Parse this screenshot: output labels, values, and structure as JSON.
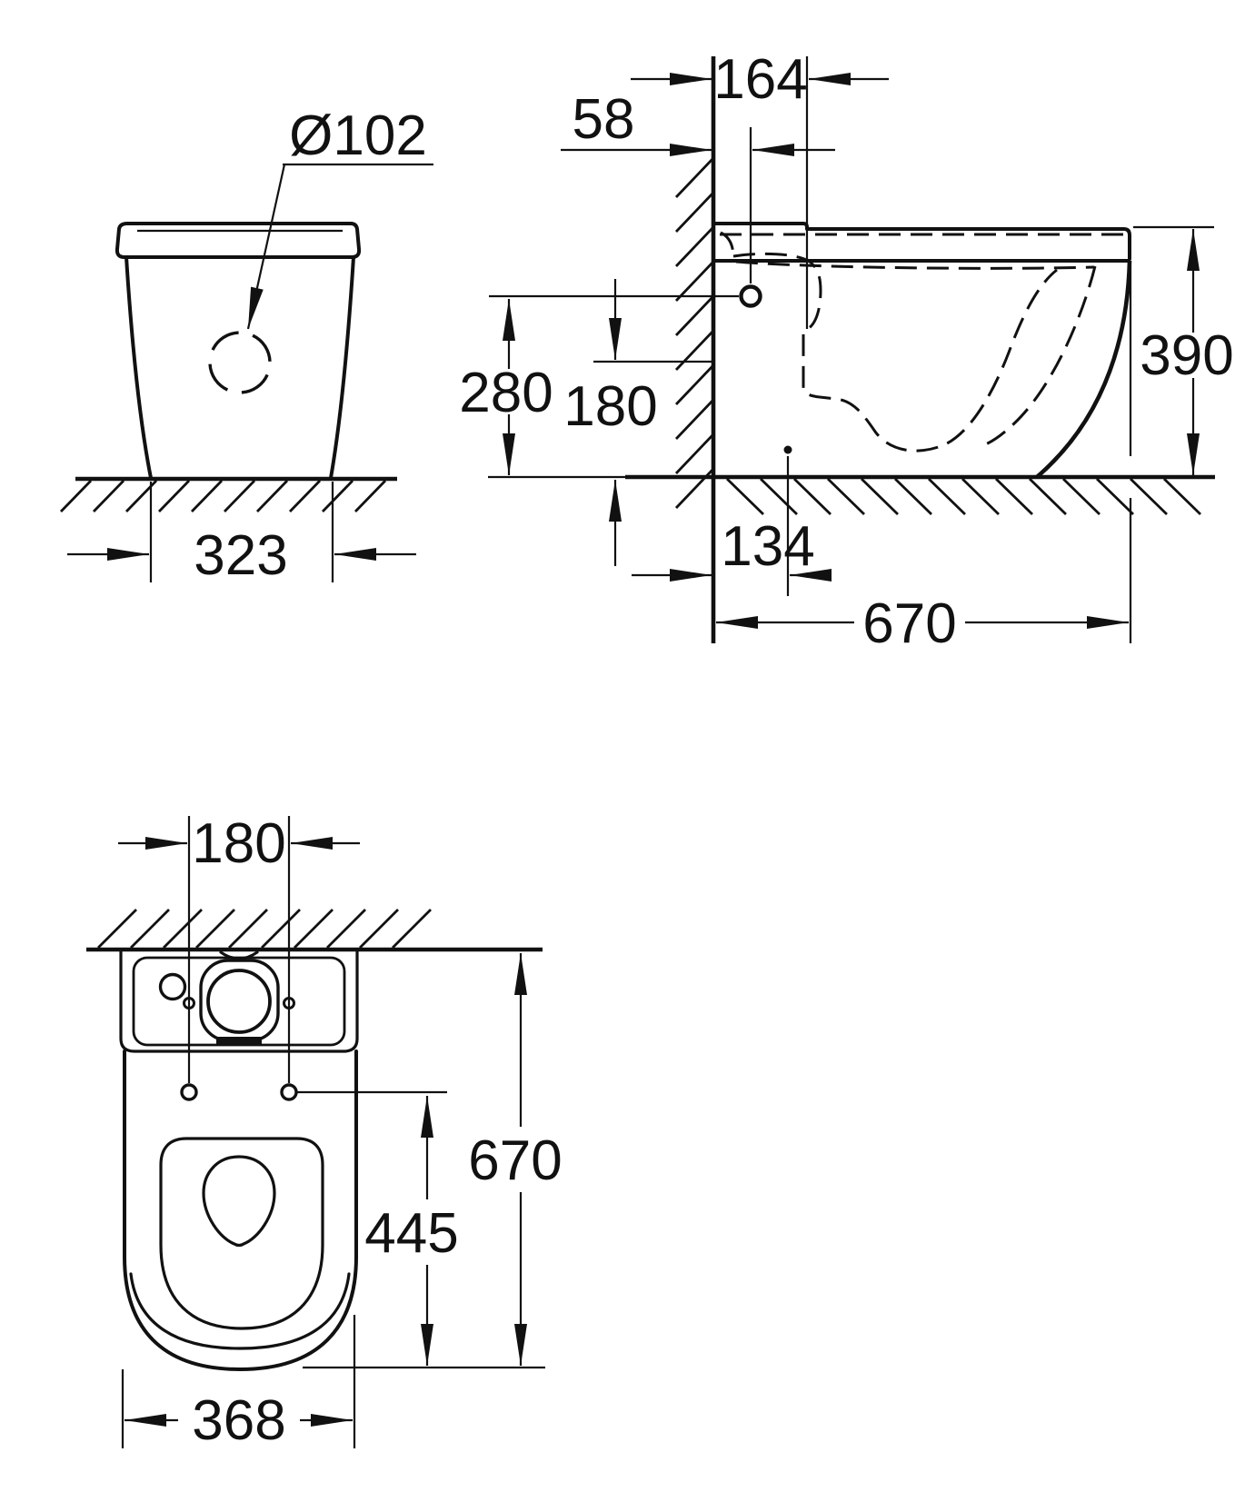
{
  "drawing": {
    "kind": "sanitary-ware dimensional drawing",
    "colors": {
      "ink": "#111111",
      "paper": "#ffffff"
    },
    "views": {
      "front": {
        "diameter": "Ø102",
        "base_width": "323"
      },
      "side": {
        "top_offset": "164",
        "inlet_offset": "58",
        "inlet_height": "280",
        "outlet_height": "180",
        "rim_height": "390",
        "outlet_distance": "134",
        "depth": "670"
      },
      "plan": {
        "hole_spacing": "180",
        "length": "670",
        "hole_to_front": "445",
        "width": "368"
      }
    }
  }
}
